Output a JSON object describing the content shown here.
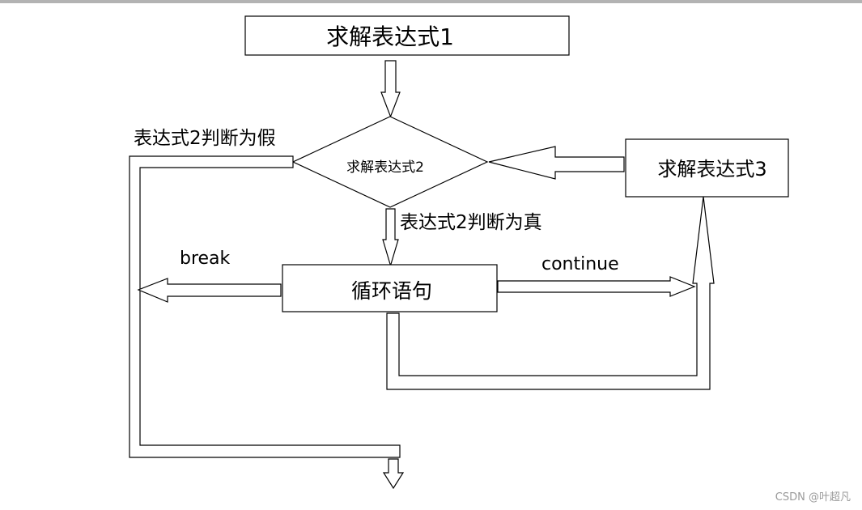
{
  "nodes": {
    "expr1": "求解表达式1",
    "expr2": "求解表达式2",
    "expr3": "求解表达式3",
    "loop": "循环语句"
  },
  "labels": {
    "false_branch": "表达式2判断为假",
    "true_branch": "表达式2判断为真",
    "break": "break",
    "continue": "continue"
  },
  "watermark": "CSDN @叶超凡",
  "colors": {
    "stroke": "#000000",
    "fill": "#ffffff",
    "topbar": "#b3b3b3",
    "watermark": "#9a9a9a"
  }
}
